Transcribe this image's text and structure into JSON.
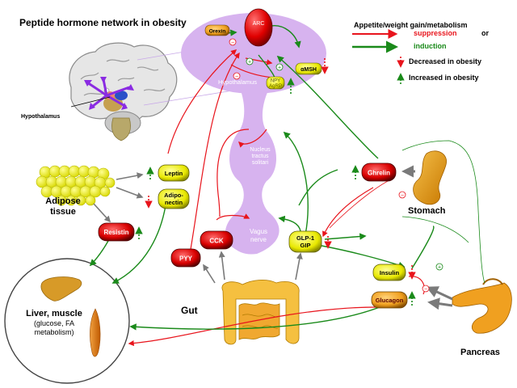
{
  "title": "Peptide hormone network in obesity",
  "brain": {
    "hypothalamus_label": "Hypothalamus"
  },
  "hypothalamus_panel": {
    "arc": "ARC",
    "orexin": "Orexin",
    "alpha_msh": "αMSH",
    "npy": "NPY",
    "agrp": "AgRP",
    "hypothalamus": "Hypothalamus"
  },
  "brainstem": {
    "nucleus_tractus_solitarii": [
      "Nucleus",
      "tractus",
      "solitari"
    ],
    "vagus_nerve": [
      "Vagus",
      "nerve"
    ]
  },
  "legend": {
    "heading": "Appetite/weight gain/metabolism",
    "suppression": "suppression",
    "or": "or",
    "induction": "induction",
    "decreased": "Decreased in obesity",
    "increased": "Increased in obesity",
    "colors": {
      "suppression": "#e8141c",
      "induction": "#1a8a1a"
    }
  },
  "adipose": {
    "label": [
      "Adipose",
      "tissue"
    ],
    "leptin": "Leptin",
    "adiponectin": [
      "Adipo-",
      "nectin"
    ],
    "resistin": "Resistin"
  },
  "gut": {
    "label": "Gut",
    "pyy": "PYY",
    "cck": "CCK",
    "glp1": [
      "GLP-1",
      "GIP"
    ]
  },
  "stomach": {
    "label": "Stomach",
    "ghrelin": "Ghrelin"
  },
  "pancreas": {
    "label": "Pancreas",
    "insulin": "Insulin",
    "glucagon": "Glucagon"
  },
  "liver": {
    "title": "Liver, muscle",
    "detail": [
      "(glucose, FA",
      "metabolism)"
    ]
  },
  "signs": {
    "minus": "−",
    "plus": "+"
  }
}
